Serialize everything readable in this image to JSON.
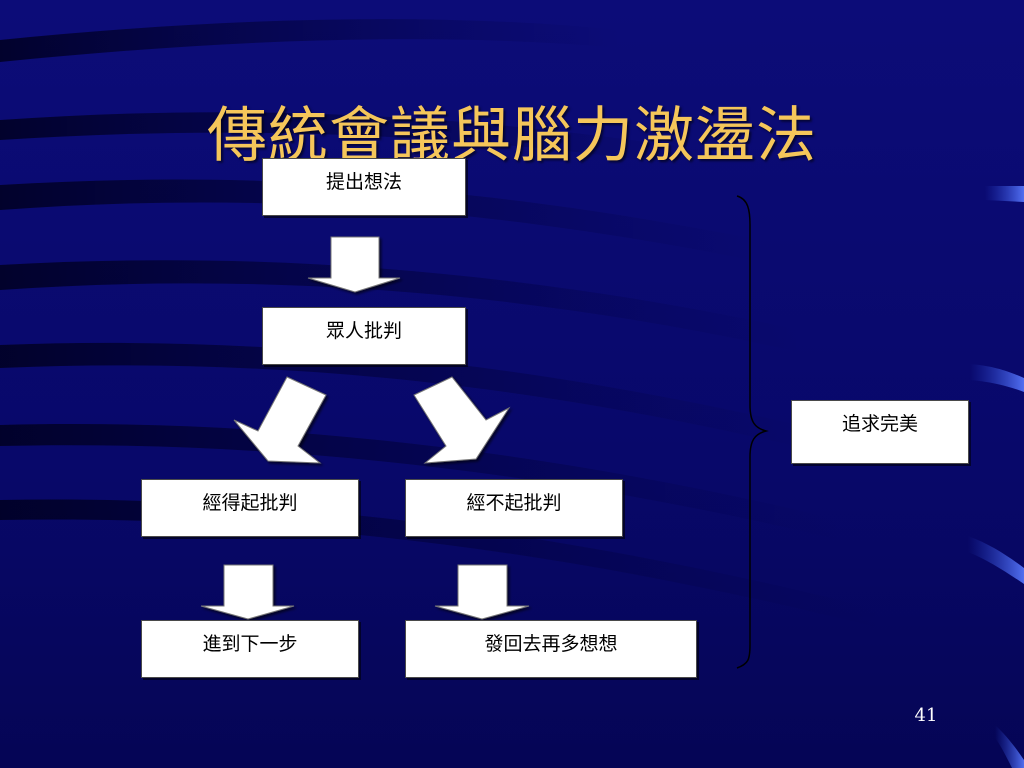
{
  "slide": {
    "title": "傳統會議與腦力激盪法",
    "page_number": "41"
  },
  "colors": {
    "background": "#0a0a6e",
    "title": "#f5c65a",
    "box_fill": "#ffffff",
    "arrow_fill": "#ffffff",
    "brace": "#000000"
  },
  "nodes": {
    "propose": "提出想法",
    "critique": "眾人批判",
    "survives": "經得起批判",
    "fails": "經不起批判",
    "next_step": "進到下一步",
    "rethink": "發回去再多想想",
    "perfection": "追求完美"
  }
}
